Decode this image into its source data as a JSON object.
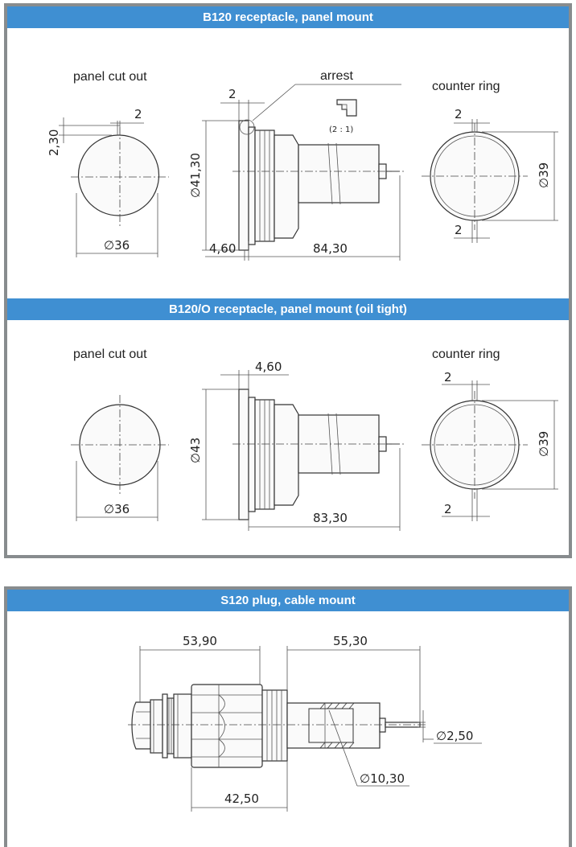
{
  "sections": {
    "b120": {
      "title": "B120 receptacle, panel mount",
      "panel_cut_out": "panel cut out",
      "counter_ring": "counter ring",
      "arrest": "arrest",
      "detail_scale": "(2 : 1)",
      "dims": {
        "cutout_offset": "2",
        "cutout_height": "2,30",
        "cutout_dia": "∅36",
        "flange_gap": "2",
        "body_dia": "∅41,30",
        "flange_thick": "4,60",
        "length": "84,30",
        "ring_gap_top": "2",
        "ring_gap_bottom": "2",
        "ring_dia": "∅39"
      }
    },
    "b120o": {
      "title": "B120/O receptacle, panel mount (oil tight)",
      "panel_cut_out": "panel cut out",
      "counter_ring": "counter ring",
      "dims": {
        "flange_thick": "4,60",
        "body_dia": "∅43",
        "cutout_dia": "∅36",
        "length": "83,30",
        "ring_gap_top": "2",
        "ring_gap_bottom": "2",
        "ring_dia": "∅39"
      }
    },
    "s120": {
      "title": "S120 plug, cable mount",
      "dims": {
        "left_length": "53,90",
        "right_length": "55,30",
        "pin_dia": "∅2,50",
        "sleeve_dia": "∅10,30",
        "nut_length": "42,50"
      }
    }
  },
  "colors": {
    "header_bg": "#3f8fd2",
    "header_text": "#ffffff",
    "frame": "#888c8e"
  }
}
